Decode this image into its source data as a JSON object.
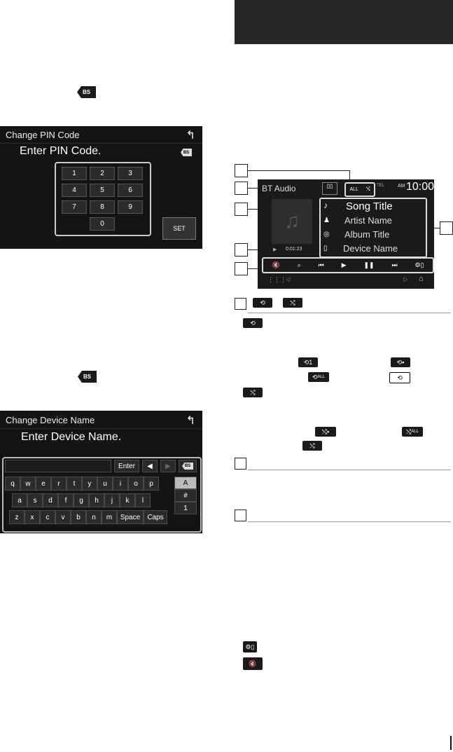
{
  "left": {
    "pin_screen": {
      "title": "Change PIN Code",
      "prompt": "Enter PIN Code.",
      "keys": [
        "1",
        "2",
        "3",
        "4",
        "5",
        "6",
        "7",
        "8",
        "9",
        "0"
      ],
      "set_label": "SET",
      "bs_label": "BS"
    },
    "name_screen": {
      "title": "Change Device Name",
      "prompt": "Enter Device Name.",
      "enter_label": "Enter",
      "bs_label": "BS",
      "row1": [
        "q",
        "w",
        "e",
        "r",
        "t",
        "y",
        "u",
        "i",
        "o",
        "p"
      ],
      "row2": [
        "a",
        "s",
        "d",
        "f",
        "g",
        "h",
        "j",
        "k",
        "l"
      ],
      "row3": [
        "z",
        "x",
        "c",
        "v",
        "b",
        "n",
        "m"
      ],
      "space_label": "Space",
      "caps_label": "Caps",
      "side_keys": [
        "A",
        "#",
        "1"
      ]
    },
    "bs_icon_label": "BS"
  },
  "right": {
    "player": {
      "source": "BT Audio",
      "clock": "10:00",
      "am": "AM",
      "tel": "TEL",
      "song": "Song Title",
      "artist": "Artist Name",
      "album": "Album Title",
      "device": "Device Name",
      "time": "0:01:23"
    },
    "icons": {
      "repeat_all": "ALL",
      "shuffle_all": "ALL"
    }
  }
}
